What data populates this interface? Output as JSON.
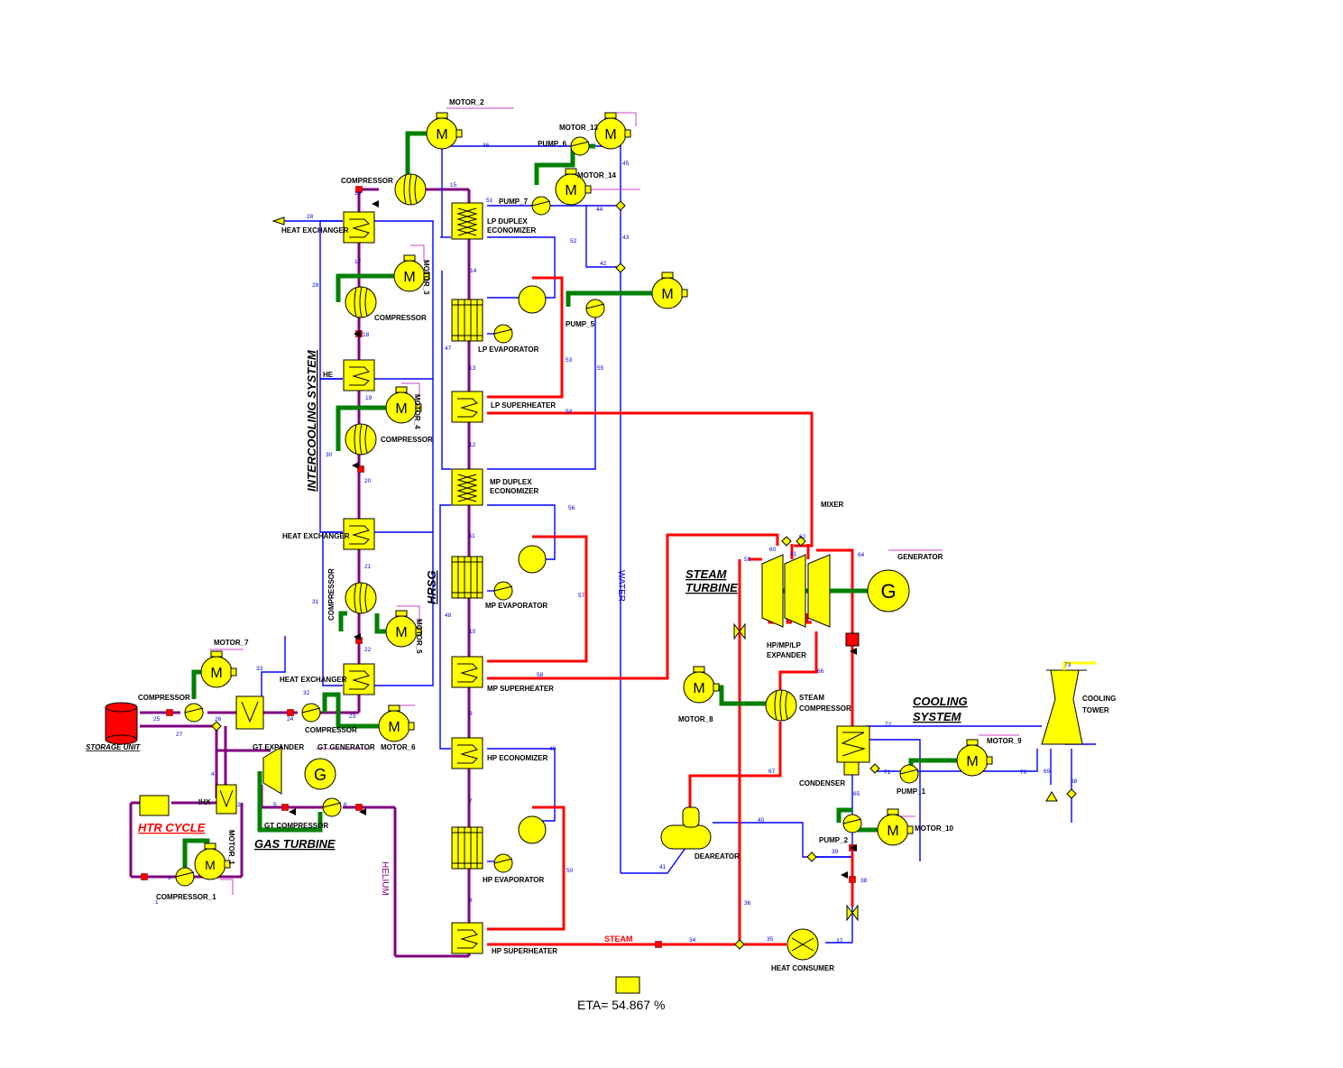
{
  "labels": {
    "motor_2": "MOTOR_2",
    "motor_13": "MOTOR_13",
    "pump_6": "PUMP_6",
    "motor_14": "MOTOR_14",
    "pump_7": "PUMP_7",
    "compressor_top": "COMPRESSOR",
    "heat_exchanger_top": "HEAT EXCHANGER",
    "lp_duplex_1": "LP DUPLEX",
    "lp_duplex_2": "ECONOMIZER",
    "motor_3": "MOTOR_3",
    "compressor_2": "COMPRESSOR",
    "pump_5": "PUMP_5",
    "lp_evaporator": "LP EVAPORATOR",
    "he": "HE",
    "lp_superheater": "LP SUPERHEATER",
    "motor_4": "MOTOR_4",
    "compressor_3": "COMPRESSOR",
    "mp_duplex_1": "MP DUPLEX",
    "mp_duplex_2": "ECONOMIZER",
    "mixer": "MIXER",
    "heat_exchanger_mid": "HEAT EXCHANGER",
    "generator": "GENERATOR",
    "compressor_vert": "COMPRESSOR",
    "mp_evaporator": "MP EVAPORATOR",
    "motor_5": "MOTOR_5",
    "hpmplp_1": "HP/MP/LP",
    "hpmplp_2": "EXPANDER",
    "motor_7": "MOTOR_7",
    "heat_exchanger_low": "HEAT EXCHANGER",
    "mp_superheater": "MP SUPERHEATER",
    "steam_comp_1": "STEAM",
    "steam_comp_2": "COMPRESSOR",
    "compressor_low": "COMPRESSOR",
    "compressor_4": "COMPRESSOR",
    "storage_unit": "STORAGE UNIT",
    "motor_6": "MOTOR_6",
    "motor_8": "MOTOR_8",
    "cooling_tower_1": "COOLING",
    "cooling_tower_2": "TOWER",
    "motor_9": "MOTOR_9",
    "gt_expander": "GT EXPANDER",
    "gt_generator": "GT GENERATOR",
    "hp_economizer": "HP ECONOMIZER",
    "condenser": "CONDENSER",
    "pump_1": "PUMP_1",
    "ihx": "IHX",
    "gt_compressor": "GT COMPRESSOR",
    "pump_2": "PUMP_2",
    "motor_10": "MOTOR_10",
    "motor_1": "MOTOR_1",
    "dearator": "DEAREATOR",
    "hp_evaporator": "HP EVAPORATOR",
    "compressor_1": "COMPRESSOR_1",
    "hp_superheater": "HP SUPERHEATER",
    "heat_consumer": "HEAT CONSUMER",
    "steam": "STEAM",
    "water": "WATER",
    "helium": "HELIUM",
    "m": "M",
    "g": "G"
  },
  "systems": {
    "intercooling": "INTERCOOLING SYSTEM",
    "hrsg": "HRSG",
    "steam_turbine_1": "STEAM",
    "steam_turbine_2": "TURBINE",
    "cooling_1": "COOLING",
    "cooling_2": "SYSTEM",
    "htr_cycle": "HTR CYCLE",
    "gas_turbine": "GAS TURBINE"
  },
  "streams": [
    "46",
    "45",
    "16",
    "15",
    "28",
    "51",
    "44",
    "43",
    "52",
    "17",
    "14",
    "29",
    "42",
    "18",
    "47",
    "13",
    "53",
    "55",
    "19",
    "54",
    "12",
    "30",
    "20",
    "56",
    "11",
    "21",
    "31",
    "57",
    "48",
    "22",
    "58",
    "10",
    "66",
    "33",
    "32",
    "26",
    "25",
    "24",
    "27",
    "23",
    "9",
    "49",
    "67",
    "72",
    "4",
    "5",
    "6",
    "71",
    "70",
    "69",
    "68",
    "7",
    "3",
    "8",
    "40",
    "39",
    "41",
    "36",
    "38",
    "50",
    "34",
    "35",
    "37",
    "73",
    "60",
    "61",
    "62",
    "59",
    "65",
    "1",
    "2",
    "64"
  ],
  "result": "ETA= 54.867 %",
  "colors": {
    "helium": "#800080",
    "water": "#0000ff",
    "steam": "#ff0000",
    "shaft": "#008000",
    "component": "#ffff00"
  }
}
